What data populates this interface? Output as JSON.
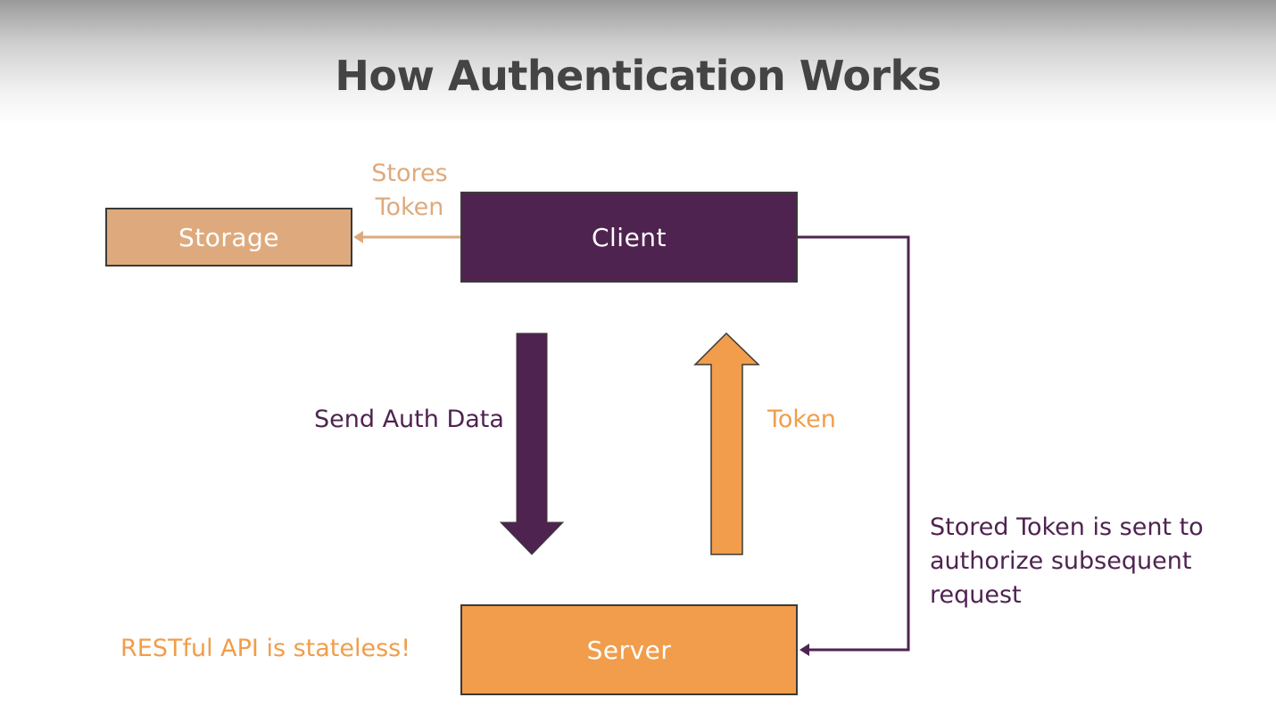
{
  "slide": {
    "title": "How Authentication Works"
  },
  "nodes": {
    "storage": {
      "label": "Storage"
    },
    "client": {
      "label": "Client"
    },
    "server": {
      "label": "Server"
    }
  },
  "edges": {
    "stores_token": {
      "label": "Stores\nToken"
    },
    "send_auth_data": {
      "label": "Send Auth Data"
    },
    "token": {
      "label": "Token"
    },
    "stored_token_sent": {
      "label": "Stored Token is sent to authorize subsequent request"
    }
  },
  "notes": {
    "restful": "RESTful API is stateless!"
  },
  "colors": {
    "purple": "#4f2350",
    "orange": "#f19d4b",
    "tan": "#deaa7d",
    "title": "#444444",
    "border": "#3a3a3a"
  }
}
